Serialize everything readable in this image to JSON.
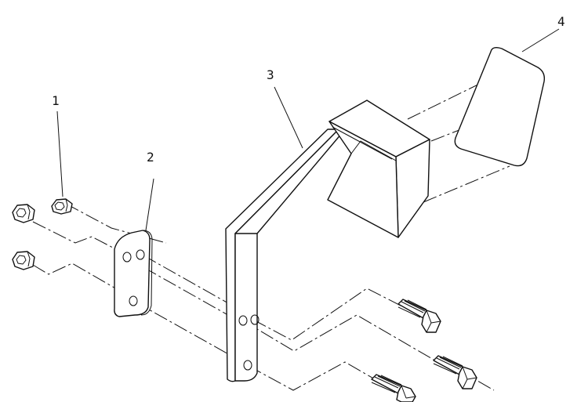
{
  "callouts": [
    {
      "id": "1",
      "text": "1"
    },
    {
      "id": "2",
      "text": "2"
    },
    {
      "id": "3",
      "text": "3"
    },
    {
      "id": "4",
      "text": "4"
    }
  ],
  "parts": {
    "hex_nuts_count": 3,
    "bolts_count": 3
  },
  "colors": {
    "ink": "#111111",
    "background": "#ffffff"
  }
}
